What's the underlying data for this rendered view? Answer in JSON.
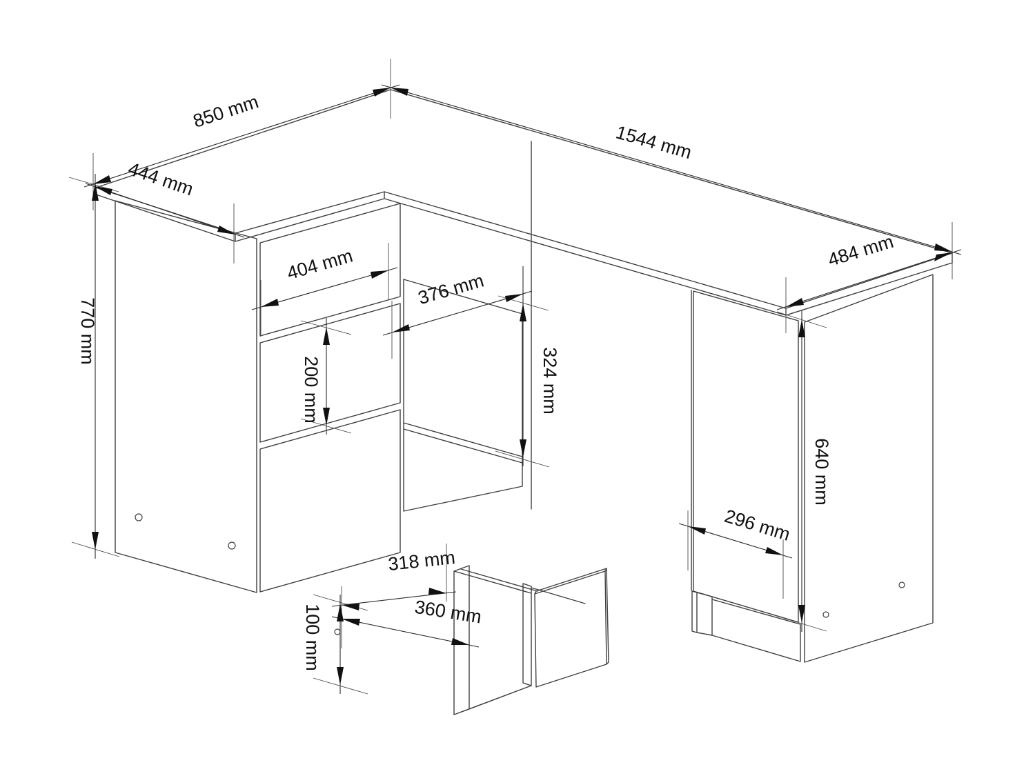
{
  "drawing": {
    "type": "furniture-technical-drawing",
    "subject": "L-shaped corner desk with drawer pedestal, open niche, door cabinet and exploded drawer detail"
  },
  "colors": {
    "background": "#ffffff",
    "lines": "#3f3f3f",
    "dimension_lines": "#2b2b2b",
    "text": "#111111"
  },
  "labels": {
    "d850": "850 mm",
    "d444": "444 mm",
    "d1544": "1544 mm",
    "d484": "484 mm",
    "d404": "404 mm",
    "d376": "376 mm",
    "d324": "324 mm",
    "d200": "200 mm",
    "d770": "770 mm",
    "d640": "640 mm",
    "d296": "296 mm",
    "d318": "318 mm",
    "d360": "360 mm",
    "d100": "100 mm"
  }
}
